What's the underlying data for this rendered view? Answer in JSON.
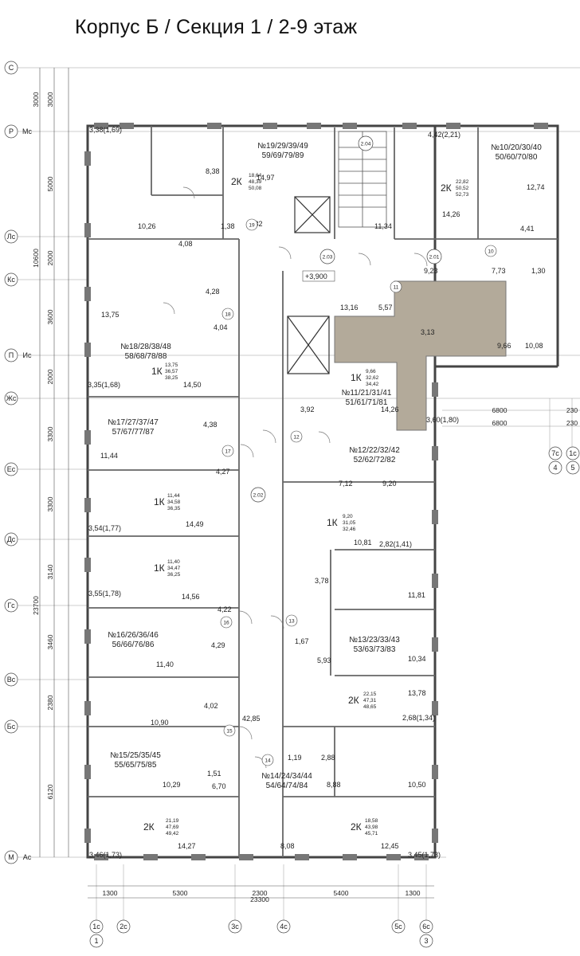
{
  "title": "Корпус Б / Секция 1 / 2-9 этаж",
  "axes_left": [
    {
      "a": "С",
      "b": ""
    },
    {
      "a": "Р",
      "b": "Мс"
    },
    {
      "a": "Лс",
      "b": ""
    },
    {
      "a": "Кс",
      "b": ""
    },
    {
      "a": "П",
      "b": "Ис"
    },
    {
      "a": "Жс",
      "b": ""
    },
    {
      "a": "Ес",
      "b": ""
    },
    {
      "a": "Дс",
      "b": ""
    },
    {
      "a": "Гс",
      "b": ""
    },
    {
      "a": "Вс",
      "b": ""
    },
    {
      "a": "Бс",
      "b": ""
    },
    {
      "a": "М",
      "b": "Ас"
    }
  ],
  "dims_left": [
    "3000",
    "5000",
    "2000",
    "3600",
    "2000",
    "3300",
    "3300",
    "3140",
    "3460",
    "2380",
    "6120"
  ],
  "dims_left_outer": [
    "3000",
    "10600",
    "23700"
  ],
  "dims_bottom": [
    "1300",
    "5300",
    "2300",
    "5400",
    "1300"
  ],
  "dim_bottom_total": "23300",
  "dims_right": [
    "6800",
    "6800"
  ],
  "dims_right_small": [
    "230",
    "230"
  ],
  "axes_bottom": [
    {
      "a": "1с",
      "b": "1"
    },
    {
      "a": "2с",
      "b": ""
    },
    {
      "a": "3с",
      "b": ""
    },
    {
      "a": "4с",
      "b": ""
    },
    {
      "a": "5с",
      "b": ""
    },
    {
      "a": "6с",
      "b": "3"
    }
  ],
  "axes_right": [
    {
      "a": "7с",
      "b": "4"
    },
    {
      "a": "1с",
      "b": "5"
    }
  ],
  "apartments": [
    {
      "num": "№19/29/39/49",
      "num2": "59/69/79/89",
      "type": "2К",
      "s1": "18,64",
      "s2": "48,39",
      "s3": "50,08"
    },
    {
      "num": "№10/20/30/40",
      "num2": "50/60/70/80",
      "type": "2К",
      "s1": "22,82",
      "s2": "50,52",
      "s3": "52,73"
    },
    {
      "num": "№18/28/38/48",
      "num2": "58/68/78/88",
      "type": "1К",
      "s1": "13,75",
      "s2": "36,57",
      "s3": "38,25"
    },
    {
      "num": "№11/21/31/41",
      "num2": "51/61/71/81",
      "type": "1К",
      "s1": "9,66",
      "s2": "32,62",
      "s3": "34,42"
    },
    {
      "num": "№17/27/37/47",
      "num2": "57/67/77/87",
      "type": "",
      "s1": "",
      "s2": "",
      "s3": ""
    },
    {
      "num": "№12/22/32/42",
      "num2": "52/62/72/82",
      "type": "1К",
      "s1": "9,20",
      "s2": "31,05",
      "s3": "32,46"
    },
    {
      "num": "",
      "num2": "",
      "type": "1К",
      "s1": "11,44",
      "s2": "34,58",
      "s3": "36,35"
    },
    {
      "num": "",
      "num2": "",
      "type": "1К",
      "s1": "11,40",
      "s2": "34,47",
      "s3": "36,25"
    },
    {
      "num": "№16/26/36/46",
      "num2": "56/66/76/86",
      "type": "",
      "s1": "",
      "s2": "",
      "s3": ""
    },
    {
      "num": "№13/23/33/43",
      "num2": "53/63/73/83",
      "type": "2К",
      "s1": "22,15",
      "s2": "47,31",
      "s3": "48,65"
    },
    {
      "num": "№15/25/35/45",
      "num2": "55/65/75/85",
      "type": "2К",
      "s1": "21,19",
      "s2": "47,69",
      "s3": "49,42"
    },
    {
      "num": "№14/24/34/44",
      "num2": "54/64/74/84",
      "type": "2К",
      "s1": "18,58",
      "s2": "43,98",
      "s3": "45,71"
    }
  ],
  "level": "+3,900",
  "corridor_area": "42,85",
  "rooms": [
    "3,38(1,69)",
    "8,38",
    "14,97",
    "4,42(2,21)",
    "12,74",
    "10,26",
    "4,08",
    "1,38",
    "9,32",
    "11,34",
    "14,26",
    "4,41",
    "9,23",
    "7,73",
    "1,30",
    "4,28",
    "13,75",
    "4,04",
    "13,16",
    "5,57",
    "3,13",
    "9,66",
    "10,08",
    "3,35(1,68)",
    "14,50",
    "3,92",
    "14,26",
    "3,60(1,80)",
    "4,38",
    "11,44",
    "4,27",
    "7,12",
    "9,20",
    "14,49",
    "3,54(1,77)",
    "10,81",
    "2,82(1,41)",
    "3,78",
    "11,81",
    "3,55(1,78)",
    "14,56",
    "4,22",
    "4,29",
    "1,67",
    "5,93",
    "10,34",
    "11,40",
    "4,02",
    "13,78",
    "2,68(1,34)",
    "10,90",
    "1,19",
    "2,88",
    "10,29",
    "1,51",
    "6,70",
    "8,88",
    "10,50",
    "14,27",
    "8,08",
    "12,45",
    "3,46(1,73)",
    "3,45(1,73)"
  ],
  "stair_ids": [
    "2.04",
    "2.03",
    "2.01",
    "2.02"
  ],
  "door_ids": [
    "19",
    "10",
    "18",
    "11",
    "12",
    "17",
    "13",
    "16",
    "15",
    "14"
  ]
}
